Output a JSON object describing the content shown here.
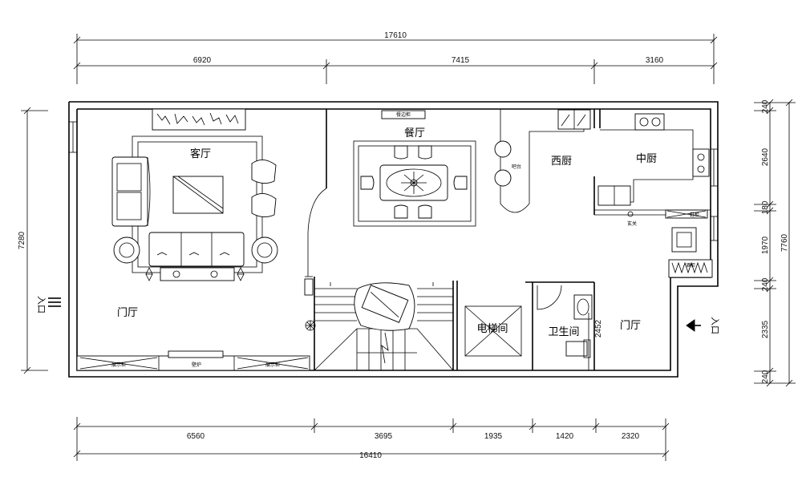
{
  "dimensions": {
    "top": {
      "total": "17610",
      "segments": [
        "6920",
        "7415",
        "3160"
      ]
    },
    "bottom": {
      "total": "16410",
      "segments": [
        "6560",
        "3695",
        "1935",
        "1420",
        "2320"
      ]
    },
    "left": {
      "total": "7280"
    },
    "right": {
      "total": "7760",
      "segments": [
        "240",
        "2640",
        "180",
        "1970",
        "240",
        "2335",
        "240"
      ]
    },
    "inner": {
      "stair_bath": "2452"
    }
  },
  "rooms": {
    "living": "客厅",
    "dining": "餐厅",
    "western_kitchen": "西厨",
    "chinese_kitchen": "中厨",
    "foyer_left": "门厅",
    "foyer_right": "门厅",
    "elevator": "电梯间",
    "bathroom": "卫生间"
  },
  "entrances": {
    "left": "入口",
    "right": "入口"
  },
  "labels": {
    "sideboard": "餐边柜",
    "bar": "吧台",
    "fireplace": "壁炉",
    "display_left": "展示柜",
    "display_right": "展示柜",
    "entry_mark": "玄关",
    "shoe_cabinet": "鞋柜",
    "wine_cabinet": "酒柜"
  }
}
